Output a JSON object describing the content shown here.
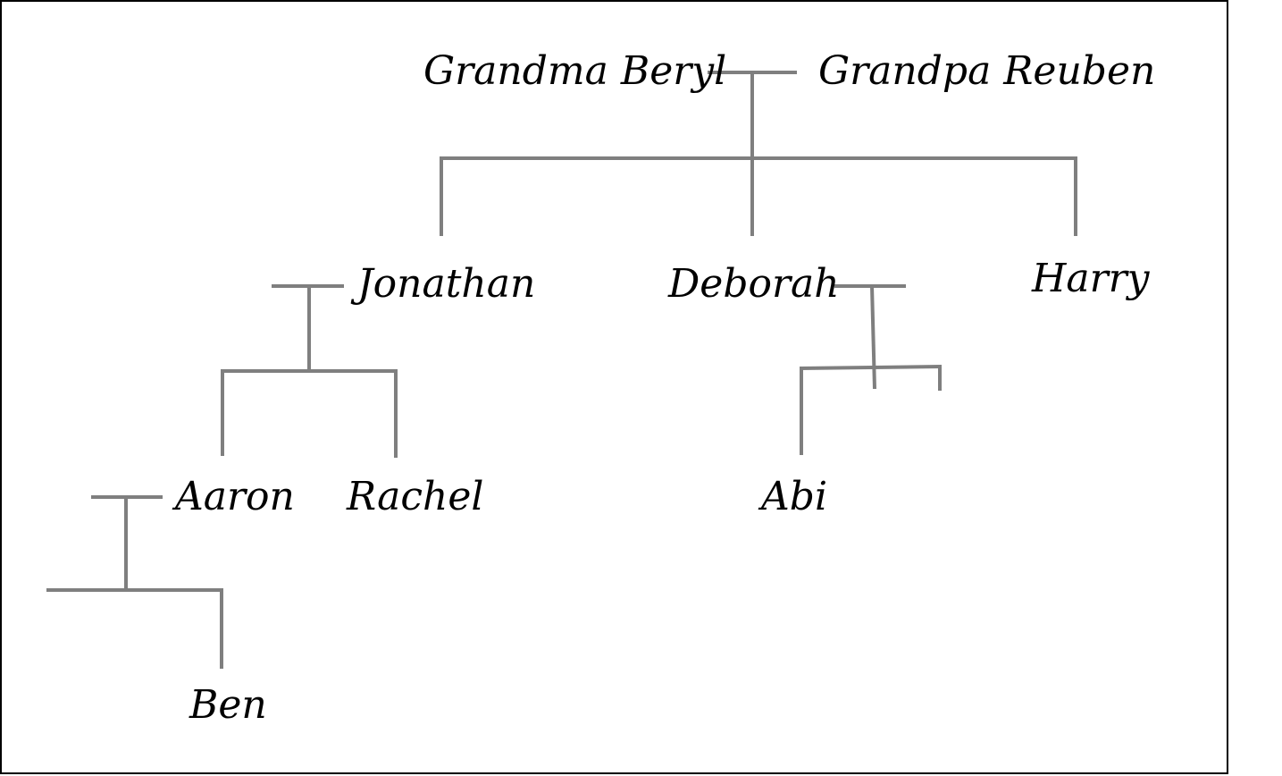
{
  "family_tree": {
    "people": {
      "grandma_beryl": "Grandma Beryl",
      "grandpa_reuben": "Grandpa Reuben",
      "jonathan": "Jonathan",
      "deborah": "Deborah",
      "harry": "Harry",
      "aaron": "Aaron",
      "rachel": "Rachel",
      "abi": "Abi",
      "ben": "Ben"
    },
    "colors": {
      "connector": "#7f7f7f",
      "text": "#000000",
      "frame_border": "#000000",
      "background": "#ffffff"
    }
  }
}
